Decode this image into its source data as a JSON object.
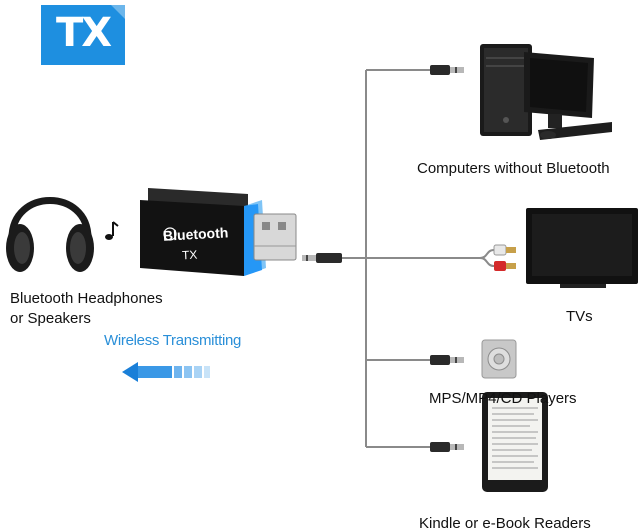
{
  "logo": {
    "text": "TX"
  },
  "device": {
    "brand": "Bluetooth",
    "model": "TX"
  },
  "left": {
    "headphones_label_line1": "Bluetooth Headphones",
    "headphones_label_line2": "or Speakers",
    "wireless_label": "Wireless Transmitting"
  },
  "targets": {
    "computers": "Computers without Bluetooth",
    "tvs": "TVs",
    "players": "MPS/MP4/CD Players",
    "readers": "Kindle or e-Book Readers"
  },
  "colors": {
    "accent_blue": "#2a8fd8",
    "logo_blue": "#1e8fe0",
    "cable_gray": "#8a8a8a"
  }
}
